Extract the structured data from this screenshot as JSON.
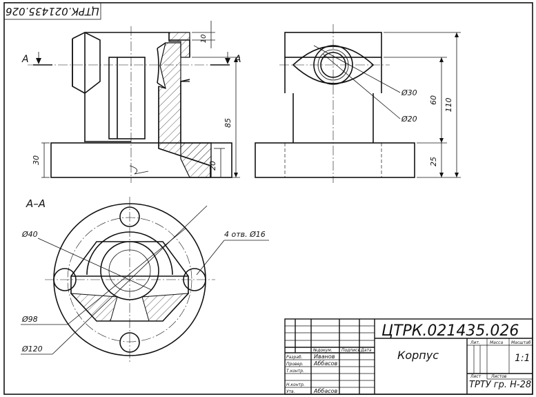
{
  "drawing": {
    "stamp_code": "ЦТРК.021435.026",
    "section_mark": "A",
    "section_view_label": "A–A"
  },
  "dimensions": {
    "top_flange": "10",
    "total_height_front": "85",
    "base_left": "30",
    "base_right": "20",
    "bore_diameter": "Ø30",
    "inner_diameter": "Ø20",
    "side_height": "60",
    "total_height_side": "110",
    "base_side": "25",
    "d40": "Ø40",
    "holes": "4 отв. Ø16",
    "d98": "Ø98",
    "d120": "Ø120"
  },
  "title_block": {
    "designation": "ЦТРК.021435.026",
    "part_name": "Корпус",
    "scale": "1:1",
    "group": "ТРТУ гр. Н-28",
    "headers": {
      "doc_num": "№докум.",
      "signature": "Подпись",
      "date": "Дата",
      "lit": "Лит.",
      "mass": "Масса",
      "scale": "Масштаб",
      "sheet": "Лист",
      "sheets": "Листов"
    },
    "roles": {
      "developer": "Разраб.",
      "checker": "Провер.",
      "tech_control": "Т.контр.",
      "norm_control": "Н.контр.",
      "approved": "Утв."
    },
    "names": {
      "developer": "Иванов",
      "checker": "Аббасов",
      "approved": "Аббасов"
    }
  }
}
